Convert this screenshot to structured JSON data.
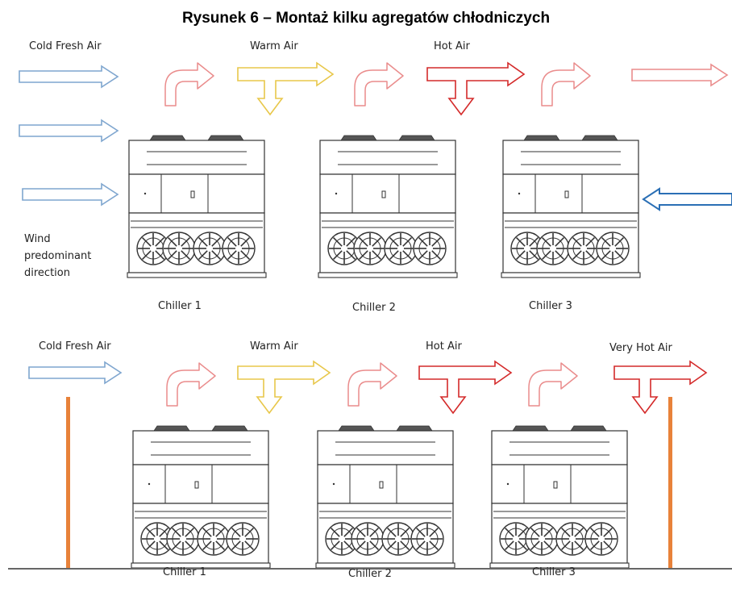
{
  "title": "Rysunek 6 – Montaż kilku agregatów chłodniczych",
  "colors": {
    "cold": "#7fa6cf",
    "wind": "#2a6fb5",
    "warm": "#e8c74a",
    "hot": "#d42a2a",
    "light_red": "#ea8c8c",
    "post": "#e8823a",
    "ground": "#666666",
    "outline": "#333333"
  },
  "top_diagram": {
    "labels": {
      "cold": "Cold Fresh Air",
      "warm": "Warm Air",
      "hot": "Hot Air",
      "wind": "Wind predominant direction"
    },
    "chillers": [
      "Chiller 1",
      "Chiller 2",
      "Chiller 3"
    ]
  },
  "bottom_diagram": {
    "labels": {
      "cold": "Cold Fresh Air",
      "warm": "Warm Air",
      "hot": "Hot Air",
      "very_hot": "Very Hot Air"
    },
    "chillers": [
      "Chiller 1",
      "Chiller 2",
      "Chiller 3"
    ]
  }
}
